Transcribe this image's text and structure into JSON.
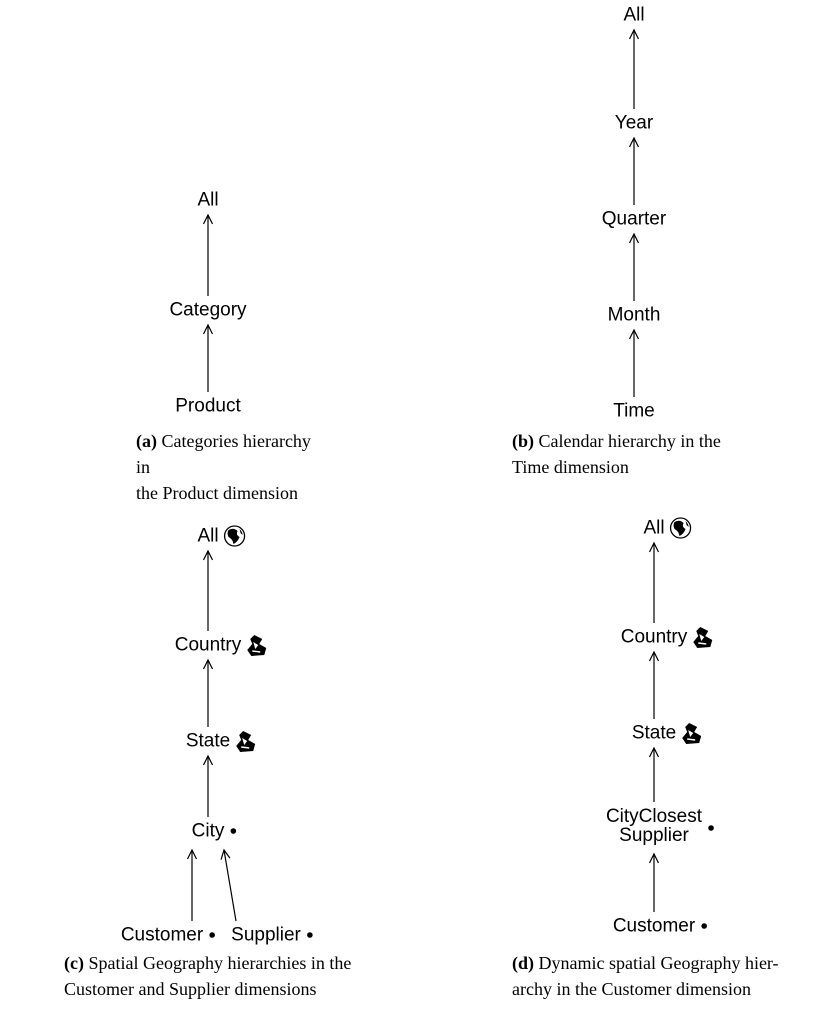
{
  "panels": [
    {
      "id": "a",
      "caption": {
        "label": "(a)",
        "lines": [
          "Categories hierarchy in",
          "the Product dimension"
        ]
      },
      "nodes": [
        {
          "id": "all",
          "label": "All",
          "icons": []
        },
        {
          "id": "category",
          "label": "Category",
          "icons": []
        },
        {
          "id": "product",
          "label": "Product",
          "icons": []
        }
      ],
      "edges": [
        [
          "product",
          "category"
        ],
        [
          "category",
          "all"
        ]
      ]
    },
    {
      "id": "b",
      "caption": {
        "label": "(b)",
        "lines": [
          "Calendar hierarchy in the",
          "Time dimension"
        ]
      },
      "nodes": [
        {
          "id": "all",
          "label": "All",
          "icons": []
        },
        {
          "id": "year",
          "label": "Year",
          "icons": []
        },
        {
          "id": "quarter",
          "label": "Quarter",
          "icons": []
        },
        {
          "id": "month",
          "label": "Month",
          "icons": []
        },
        {
          "id": "time",
          "label": "Time",
          "icons": []
        }
      ],
      "edges": [
        [
          "time",
          "month"
        ],
        [
          "month",
          "quarter"
        ],
        [
          "quarter",
          "year"
        ],
        [
          "year",
          "all"
        ]
      ]
    },
    {
      "id": "c",
      "caption": {
        "label": "(c)",
        "lines": [
          "Spatial Geography hierarchies in the",
          "Customer and Supplier dimensions"
        ]
      },
      "nodes": [
        {
          "id": "all",
          "label": "All",
          "icons": [
            "globe"
          ]
        },
        {
          "id": "country",
          "label": "Country",
          "icons": [
            "region"
          ]
        },
        {
          "id": "state",
          "label": "State",
          "icons": [
            "region"
          ]
        },
        {
          "id": "city",
          "label": "City",
          "icons": [
            "point"
          ]
        },
        {
          "id": "customer",
          "label": "Customer",
          "icons": [
            "point"
          ]
        },
        {
          "id": "supplier",
          "label": "Supplier",
          "icons": [
            "point"
          ]
        }
      ],
      "edges": [
        [
          "customer",
          "city"
        ],
        [
          "supplier",
          "city"
        ],
        [
          "city",
          "state"
        ],
        [
          "state",
          "country"
        ],
        [
          "country",
          "all"
        ]
      ]
    },
    {
      "id": "d",
      "caption": {
        "label": "(d)",
        "lines": [
          "Dynamic spatial Geography hier-",
          "archy in the Customer dimension"
        ]
      },
      "nodes": [
        {
          "id": "all",
          "label": "All",
          "icons": [
            "globe"
          ]
        },
        {
          "id": "country",
          "label": "Country",
          "icons": [
            "region"
          ]
        },
        {
          "id": "state",
          "label": "State",
          "icons": [
            "region"
          ]
        },
        {
          "id": "cityclosestsupplier",
          "label": [
            "CityClosest",
            "Supplier"
          ],
          "icons": [
            "point"
          ]
        },
        {
          "id": "customer",
          "label": "Customer",
          "icons": [
            "point"
          ]
        }
      ],
      "edges": [
        [
          "customer",
          "cityclosestsupplier"
        ],
        [
          "cityclosestsupplier",
          "state"
        ],
        [
          "state",
          "country"
        ],
        [
          "country",
          "all"
        ]
      ]
    }
  ]
}
